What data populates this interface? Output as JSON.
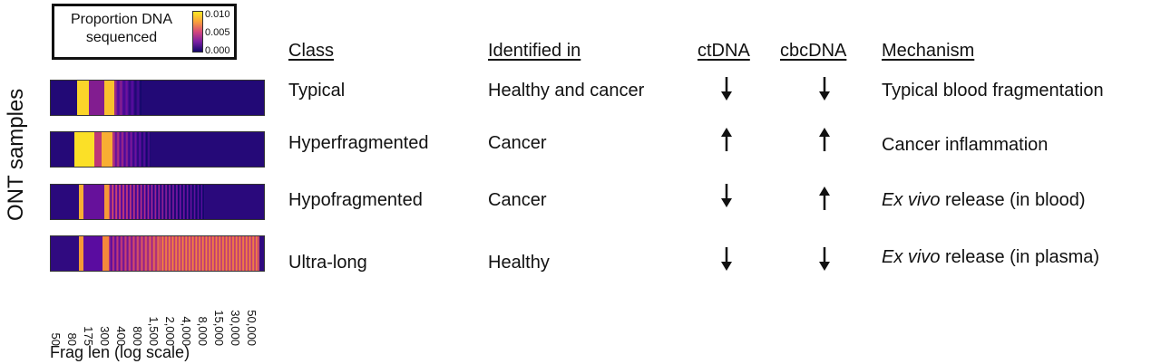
{
  "legend": {
    "title_line1": "Proportion DNA",
    "title_line2": "sequenced",
    "tick_high": "0.010",
    "tick_mid": "0.005",
    "tick_low": "0.000"
  },
  "heatmap": {
    "ylabel": "ONT samples",
    "xlabel": "Frag len (log scale)",
    "xticks": [
      "50",
      "80",
      "175",
      "300",
      "400",
      "800",
      "1,500",
      "2,000",
      "4,000",
      "8,000",
      "15,000",
      "30,000",
      "50,000"
    ]
  },
  "table": {
    "headers": {
      "class": "Class",
      "identified_in": "Identified in",
      "ctdna": "ctDNA",
      "cbcdna": "cbcDNA",
      "mechanism": "Mechanism"
    },
    "rows": [
      {
        "class": "Typical",
        "identified_in": "Healthy and cancer",
        "ctdna": "down",
        "cbcdna": "down",
        "mechanism_prefix": "",
        "mechanism_rest": "Typical blood fragmentation"
      },
      {
        "class": "Hyperfragmented",
        "identified_in": "Cancer",
        "ctdna": "up",
        "cbcdna": "up",
        "mechanism_prefix": "",
        "mechanism_rest": "Cancer inflammation"
      },
      {
        "class": "Hypofragmented",
        "identified_in": "Cancer",
        "ctdna": "down",
        "cbcdna": "up",
        "mechanism_prefix": "Ex vivo",
        "mechanism_rest": " release (in blood)"
      },
      {
        "class": "Ultra-long",
        "identified_in": "Healthy",
        "ctdna": "down",
        "cbcdna": "down",
        "mechanism_prefix": "Ex vivo",
        "mechanism_rest": " release (in plasma)"
      }
    ]
  },
  "colors": {
    "cmap_low": "#140b67",
    "cmap_mid": "#b12a90",
    "cmap_high": "#fde725",
    "text": "#111111"
  }
}
